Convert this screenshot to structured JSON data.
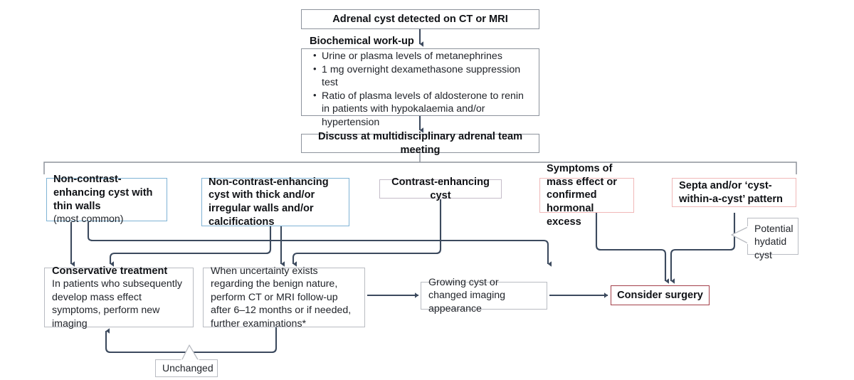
{
  "diagram": {
    "title": "Adrenal cyst management flowchart",
    "colors": {
      "wire": "#3c4a5e",
      "border_blue": "#7fb3d5",
      "border_mauve": "#c4bcc9",
      "border_pink_light": "#f0b8b8",
      "border_red": "#a4404a",
      "border_gray": "#b9bcc2",
      "text": "#16181c",
      "background": "#ffffff"
    }
  },
  "nodes": {
    "detection": {
      "title": "Adrenal cyst detected on CT or MRI"
    },
    "workup": {
      "title": "Biochemical work-up",
      "bullets": [
        "Urine or plasma levels of metanephrines",
        "1 mg overnight dexamethasone suppression test",
        "Ratio of plasma levels of aldosterone to renin in patients with hypokalaemia and/or hypertension"
      ]
    },
    "mdt": {
      "title": "Discuss at multidisciplinary adrenal team meeting"
    },
    "thin_walls": {
      "title": "Non-contrast-enhancing cyst with thin walls",
      "note": "(most common)"
    },
    "thick_walls": {
      "title": "Non-contrast-enhancing cyst with thick and/or irregular walls and/or calcifications"
    },
    "contrast_enhancing": {
      "title": "Contrast-enhancing cyst"
    },
    "mass_effect": {
      "title": "Symptoms of mass effect or confirmed hormonal excess"
    },
    "septa": {
      "title": "Septa and/or ‘cyst-within-a-cyst’ pattern"
    },
    "hydatid": {
      "text": "Potential hydatid cyst"
    },
    "conservative": {
      "title": "Conservative treatment",
      "body": "In patients who subsequently develop mass effect symptoms, perform new imaging"
    },
    "uncertainty": {
      "body": "When uncertainty exists regarding the benign nature, perform CT or MRI follow-up after 6–12 months or if needed, further examinations*"
    },
    "growing": {
      "body": "Growing cyst or changed imaging appearance"
    },
    "surgery": {
      "title": "Consider surgery"
    },
    "unchanged": {
      "text": "Unchanged"
    }
  }
}
